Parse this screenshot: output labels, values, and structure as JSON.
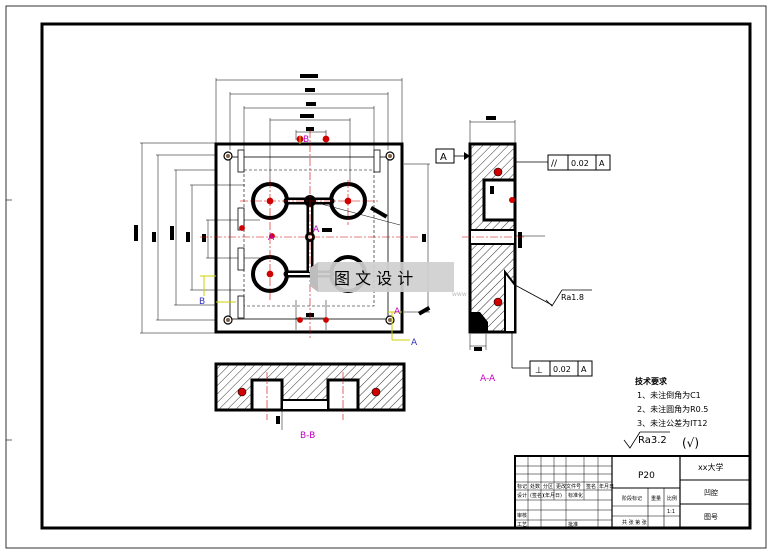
{
  "labels": {
    "section_aa": "A-A",
    "section_bb": "B-B",
    "cut_a1": "A",
    "cut_a2": "A",
    "cut_a3": "A",
    "cut_b1": "B",
    "cut_b2": "B",
    "datum_a": "A",
    "tol1_sym": "//",
    "tol1_val": "0.02",
    "tol1_ref": "A",
    "tol2_sym": "⊥",
    "tol2_val": "0.02",
    "tol2_ref": "A",
    "rough_side": "Ra1.8",
    "rough_all": "Ra3.2",
    "rough_all_paren": "(√)"
  },
  "notes": {
    "title": "技术要求",
    "items": [
      "1、未注倒角为C1",
      "2、未注圆角为R0.5",
      "3、未注公差为IT12"
    ]
  },
  "watermark": {
    "text": "图 文 设 计",
    "sub": "www"
  },
  "title_block": {
    "drawing_no": "P20",
    "school": "xx大学",
    "part_name": "凹腔",
    "drawing_code": "图号",
    "row1": [
      "标记",
      "处数",
      "分区",
      "更改文件号",
      "签名",
      "年月日"
    ],
    "row2": [
      "设计",
      "(签名)",
      "(年月日)",
      "标准化"
    ],
    "row3": [
      "审核"
    ],
    "row4": [
      "工艺",
      "批准"
    ],
    "stage": "阶段标记",
    "weight": "重量",
    "scale": "比例",
    "scale_val": "1:1",
    "sheets": "共 张 第 张"
  }
}
